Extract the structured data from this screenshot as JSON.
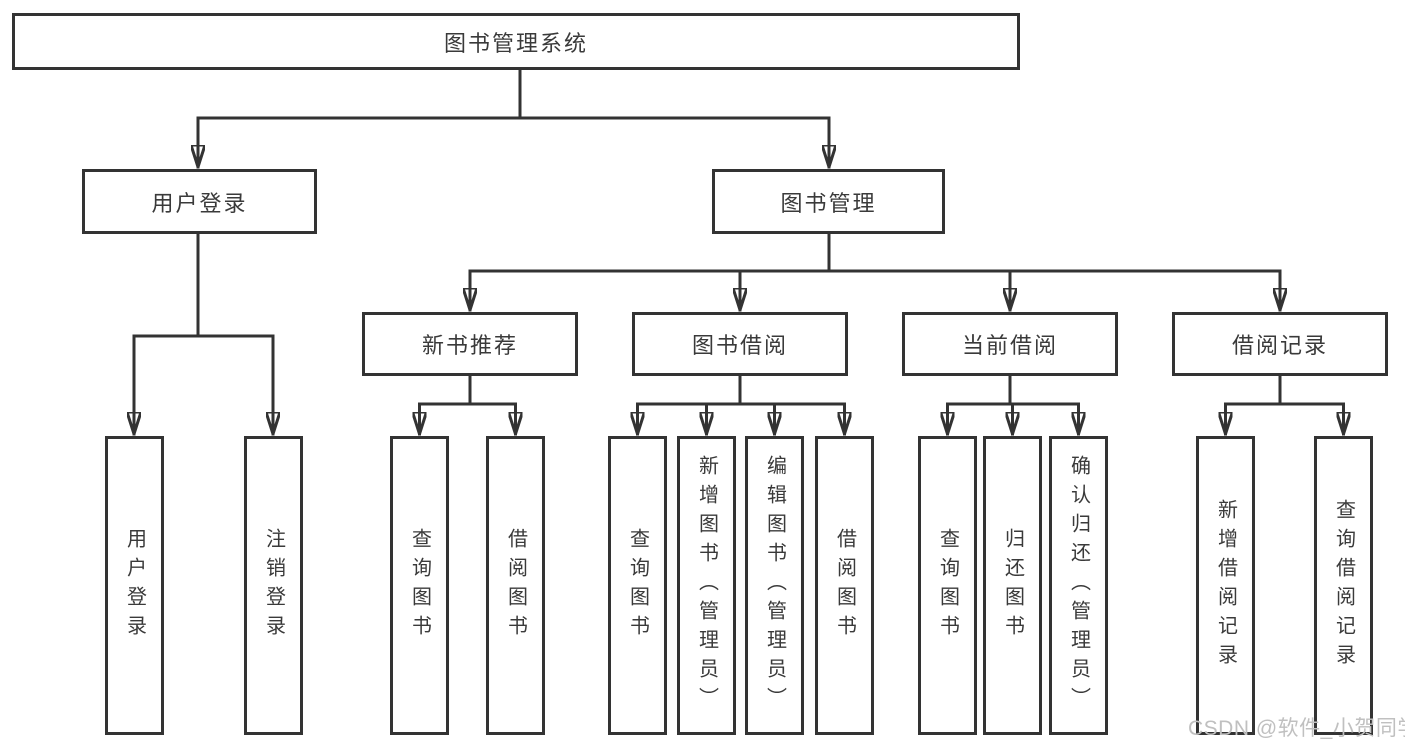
{
  "diagram_type": "hierarchy-tree",
  "tree": {
    "label": "图书管理系统",
    "children": [
      {
        "label": "用户登录",
        "children": [
          {
            "label": "用户登录"
          },
          {
            "label": "注销登录"
          }
        ]
      },
      {
        "label": "图书管理",
        "children": [
          {
            "label": "新书推荐",
            "children": [
              {
                "label": "查询图书"
              },
              {
                "label": "借阅图书"
              }
            ]
          },
          {
            "label": "图书借阅",
            "children": [
              {
                "label": "查询图书"
              },
              {
                "label": "新增图书（管理员）"
              },
              {
                "label": "编辑图书（管理员）"
              },
              {
                "label": "借阅图书"
              }
            ]
          },
          {
            "label": "当前借阅",
            "children": [
              {
                "label": "查询图书"
              },
              {
                "label": "归还图书"
              },
              {
                "label": "确认归还（管理员）"
              }
            ]
          },
          {
            "label": "借阅记录",
            "children": [
              {
                "label": "新增借阅记录"
              },
              {
                "label": "查询借阅记录"
              }
            ]
          }
        ]
      }
    ]
  },
  "watermark": {
    "text": "CSDN @软件_小贺同学"
  },
  "colors": {
    "background": "#ffffff",
    "fill": "#ffffff",
    "line": "#333333",
    "border": "#333333",
    "text": "#3a3a3a",
    "watermark": "#c0c0c0"
  }
}
